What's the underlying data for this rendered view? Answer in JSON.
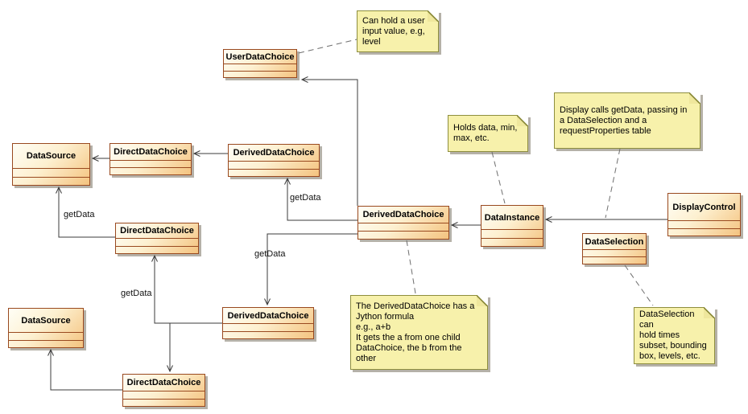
{
  "diagram": {
    "type": "uml-class-diagram",
    "colors": {
      "class_fill_light": "#fffef6",
      "class_fill_dark": "#f4c37f",
      "class_border": "#99491f",
      "note_fill": "#f7f1ab",
      "note_border": "#8e8e3e",
      "edge_line": "#3b3b3b",
      "note_link_line": "#6e6e6e",
      "shadow": "#b5b1a8",
      "background": "#ffffff"
    },
    "classes": [
      {
        "id": "user-data-choice",
        "name": "UserDataChoice"
      },
      {
        "id": "data-source-top",
        "name": "DataSource"
      },
      {
        "id": "direct-data-choice-top",
        "name": "DirectDataChoice"
      },
      {
        "id": "derived-data-choice-top",
        "name": "DerivedDataChoice"
      },
      {
        "id": "direct-data-choice-mid",
        "name": "DirectDataChoice"
      },
      {
        "id": "derived-data-choice-mid",
        "name": "DerivedDataChoice"
      },
      {
        "id": "data-instance",
        "name": "DataInstance"
      },
      {
        "id": "display-control",
        "name": "DisplayControl"
      },
      {
        "id": "data-selection",
        "name": "DataSelection"
      },
      {
        "id": "data-source-bottom",
        "name": "DataSource"
      },
      {
        "id": "derived-data-choice-bottom",
        "name": "DerivedDataChoice"
      },
      {
        "id": "direct-data-choice-bottom",
        "name": "DirectDataChoice"
      }
    ],
    "notes": [
      {
        "id": "note-user-input",
        "attached_to": "user-data-choice",
        "text": "Can hold a user\ninput value, e.g,\nlevel"
      },
      {
        "id": "note-holds-data",
        "attached_to": "data-instance",
        "text": "Holds data, min,\nmax, etc."
      },
      {
        "id": "note-display-calls",
        "attached_to": "edge display-control to data-instance",
        "text": "Display calls getData, passing in\na DataSelection and a\nrequestProperties table"
      },
      {
        "id": "note-jython",
        "attached_to": "derived-data-choice-mid",
        "text": "The DerivedDataChoice has a\nJython formula\ne.g., a+b\nIt gets the a from one child\nDataChoice, the b from the other"
      },
      {
        "id": "note-data-selection",
        "attached_to": "data-selection",
        "text": "DataSelection can\nhold times\nsubset, bounding\nbox, levels, etc."
      }
    ],
    "edges": [
      {
        "from": "derived-data-choice-top",
        "to": "direct-data-choice-top",
        "label": ""
      },
      {
        "from": "direct-data-choice-top",
        "to": "data-source-top",
        "label": ""
      },
      {
        "from": "derived-data-choice-mid",
        "to": "user-data-choice",
        "label": ""
      },
      {
        "from": "derived-data-choice-mid",
        "to": "derived-data-choice-top",
        "label": "getData"
      },
      {
        "from": "derived-data-choice-mid",
        "to": "derived-data-choice-bottom",
        "label": "getData"
      },
      {
        "from": "data-instance",
        "to": "derived-data-choice-mid",
        "label": ""
      },
      {
        "from": "display-control",
        "to": "data-instance",
        "label": ""
      },
      {
        "from": "direct-data-choice-mid",
        "to": "data-source-top",
        "label": "getData"
      },
      {
        "from": "derived-data-choice-bottom",
        "to": "direct-data-choice-mid",
        "label": "getData"
      },
      {
        "from": "derived-data-choice-bottom",
        "to": "direct-data-choice-bottom",
        "label": ""
      },
      {
        "from": "direct-data-choice-bottom",
        "to": "data-source-bottom",
        "label": ""
      }
    ]
  }
}
